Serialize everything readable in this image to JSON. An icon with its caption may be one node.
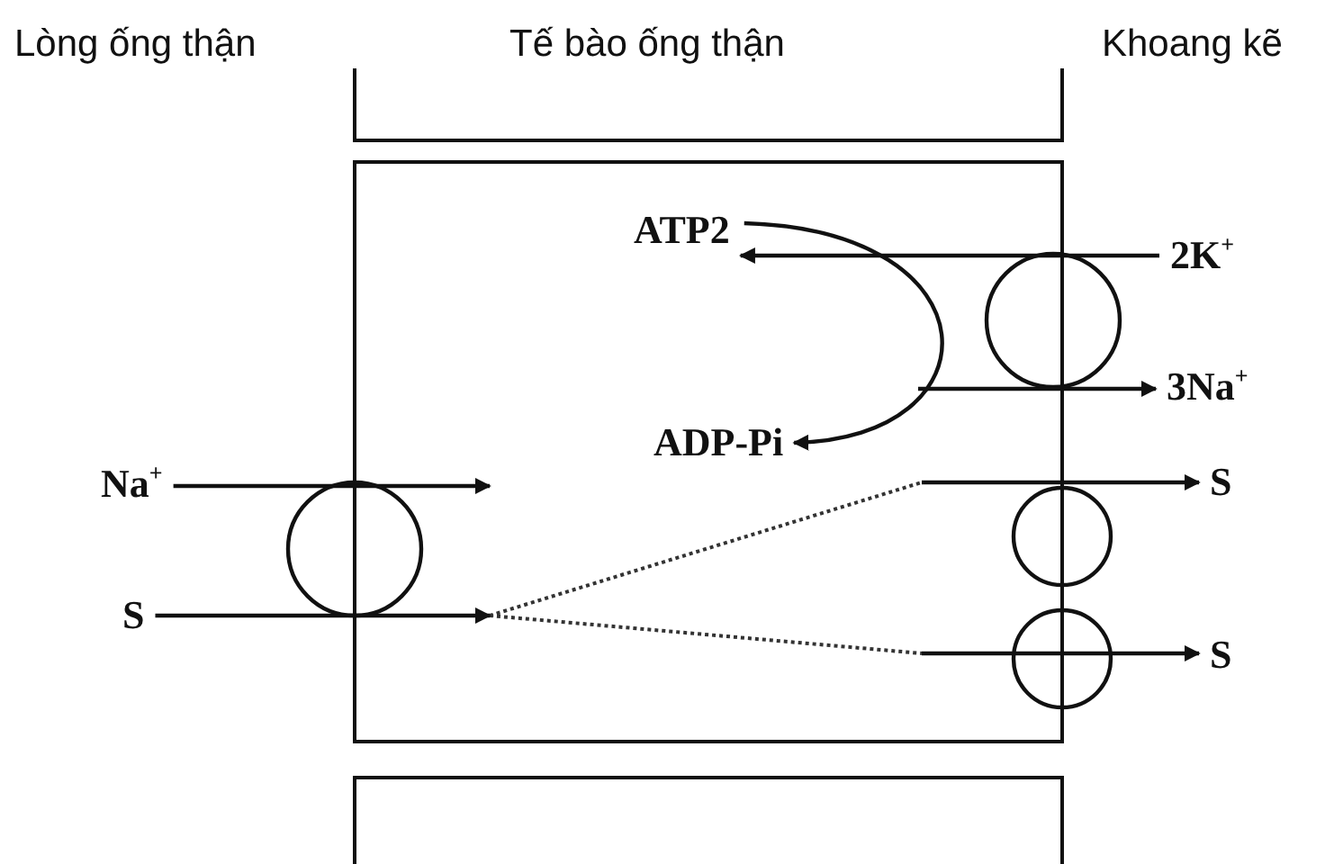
{
  "diagram": {
    "nodes": [
      {
        "text": [
          "Na$^{+}$"
        ]
      },
      {
        "text": [
          "S"
        ]
      },
      {
        "text": [
          "ATP2"
        ]
      },
      {
        "text": [
          "2K$^{+}$"
        ]
      },
      {
        "text": [
          "ADP-Pi"
        ]
      },
      {
        "text": [
          "3Na$^{+}$"
        ]
      },
      {
        "text": [
          "S"
        ]
      },
      {
        "text": [
          "S"
        ]
      },
      {
        "text": [],
        "shape": "circle"
      },
      {
        "text": [],
        "shape": "circle"
      },
      {
        "text": [],
        "shape": "circle"
      },
      {
        "text": [],
        "shape": "circle"
      }
    ],
    "edges": [
      {
        "from": 0,
        "to": null,
        "arrow": "to"
      },
      {
        "from": 1,
        "to": null,
        "arrow": "to"
      },
      {
        "from": 3,
        "to": 2,
        "arrow": "to"
      },
      {
        "from": 2,
        "to": 4,
        "arrow": "to"
      },
      {
        "from": null,
        "to": 5,
        "arrow": "to"
      },
      {
        "from": null,
        "to": 6,
        "arrow": "to"
      },
      {
        "from": null,
        "to": 7,
        "arrow": "to"
      }
    ],
    "labels": [
      "Lòng ống thận",
      "Tế bào ống thận",
      "Khoang kẽ"
    ]
  }
}
